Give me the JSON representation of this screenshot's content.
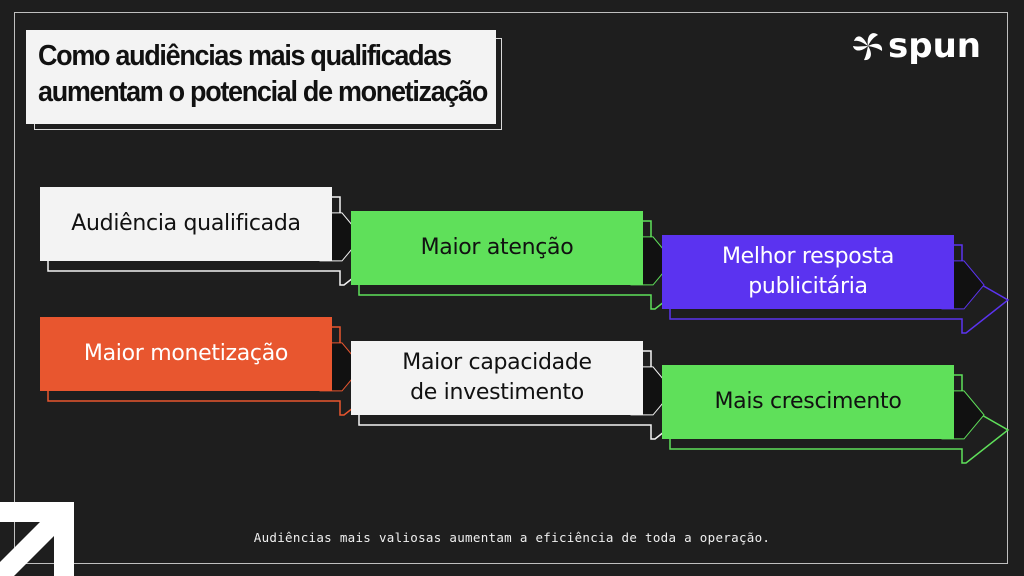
{
  "slide": {
    "title_line1": "Como audiências mais qualificadas",
    "title_line2": "aumentam o potencial de monetização",
    "logo_text": "spun",
    "footer": "Audiências mais valiosas aumentam a eficiência de toda a operação."
  },
  "flow": {
    "steps": [
      {
        "line1": "Audiência qualificada",
        "line2": "",
        "fill": "#f3f3f3",
        "text": "#111111",
        "outline": "#f3f3f3"
      },
      {
        "line1": "Maior atenção",
        "line2": "",
        "fill": "#5fe05a",
        "text": "#111111",
        "outline": "#5fe05a"
      },
      {
        "line1": "Melhor resposta",
        "line2": "publicitária",
        "fill": "#5b33f0",
        "text": "#ffffff",
        "outline": "#5b33f0"
      },
      {
        "line1": "Maior monetização",
        "line2": "",
        "fill": "#e8562f",
        "text": "#ffffff",
        "outline": "#e8562f"
      },
      {
        "line1": "Maior capacidade",
        "line2": "de investimento",
        "fill": "#f3f3f3",
        "text": "#111111",
        "outline": "#f3f3f3"
      },
      {
        "line1": "Mais crescimento",
        "line2": "",
        "fill": "#5fe05a",
        "text": "#111111",
        "outline": "#5fe05a"
      }
    ],
    "icons": {
      "logo": "leaf-burst-icon",
      "corner": "arrow-up-right-icon"
    }
  }
}
